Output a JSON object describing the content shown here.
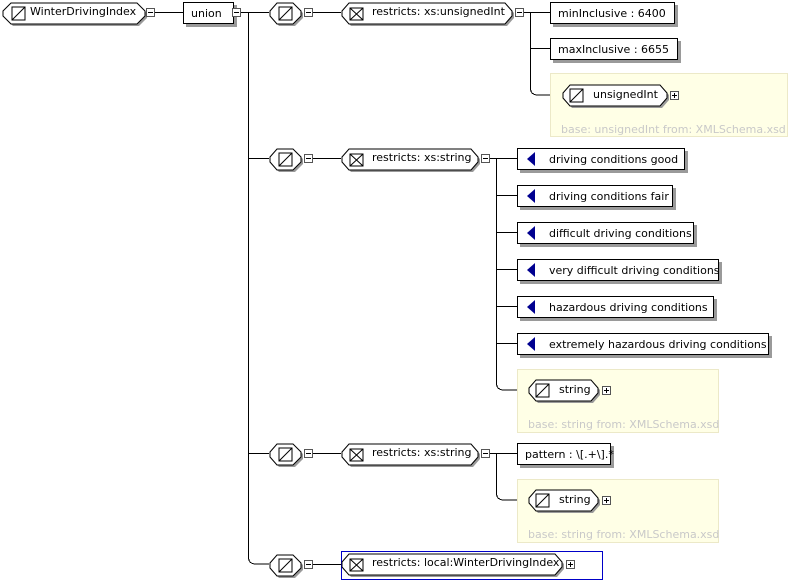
{
  "root": {
    "name": "WinterDrivingIndex",
    "icon": "simple-type-icon"
  },
  "union": {
    "label": "union"
  },
  "branches": [
    {
      "restriction": "restricts: xs:unsignedInt",
      "facets": [
        "minInclusive : 6400",
        "maxInclusive : 6655"
      ],
      "base_type": "unsignedInt",
      "base_note": "base: unsignedInt from: XMLSchema.xsd"
    },
    {
      "restriction": "restricts: xs:string",
      "enumerations": [
        "driving conditions good",
        "driving conditions fair",
        "difficult driving conditions",
        "very difficult driving conditions",
        "hazardous driving conditions",
        "extremely hazardous driving conditions"
      ],
      "base_type": "string",
      "base_note": "base: string from: XMLSchema.xsd"
    },
    {
      "restriction": "restricts: xs:string",
      "facets": [
        "pattern : \\[.+\\].*"
      ],
      "base_type": "string",
      "base_note": "base: string from: XMLSchema.xsd"
    },
    {
      "restriction": "restricts: local:WinterDrivingIndex"
    }
  ],
  "colors": {
    "enum_marker": "#000090",
    "panel_bg": "#ffffe6",
    "base_text": "#c9c9c9",
    "selected_border": "#0000c8"
  }
}
